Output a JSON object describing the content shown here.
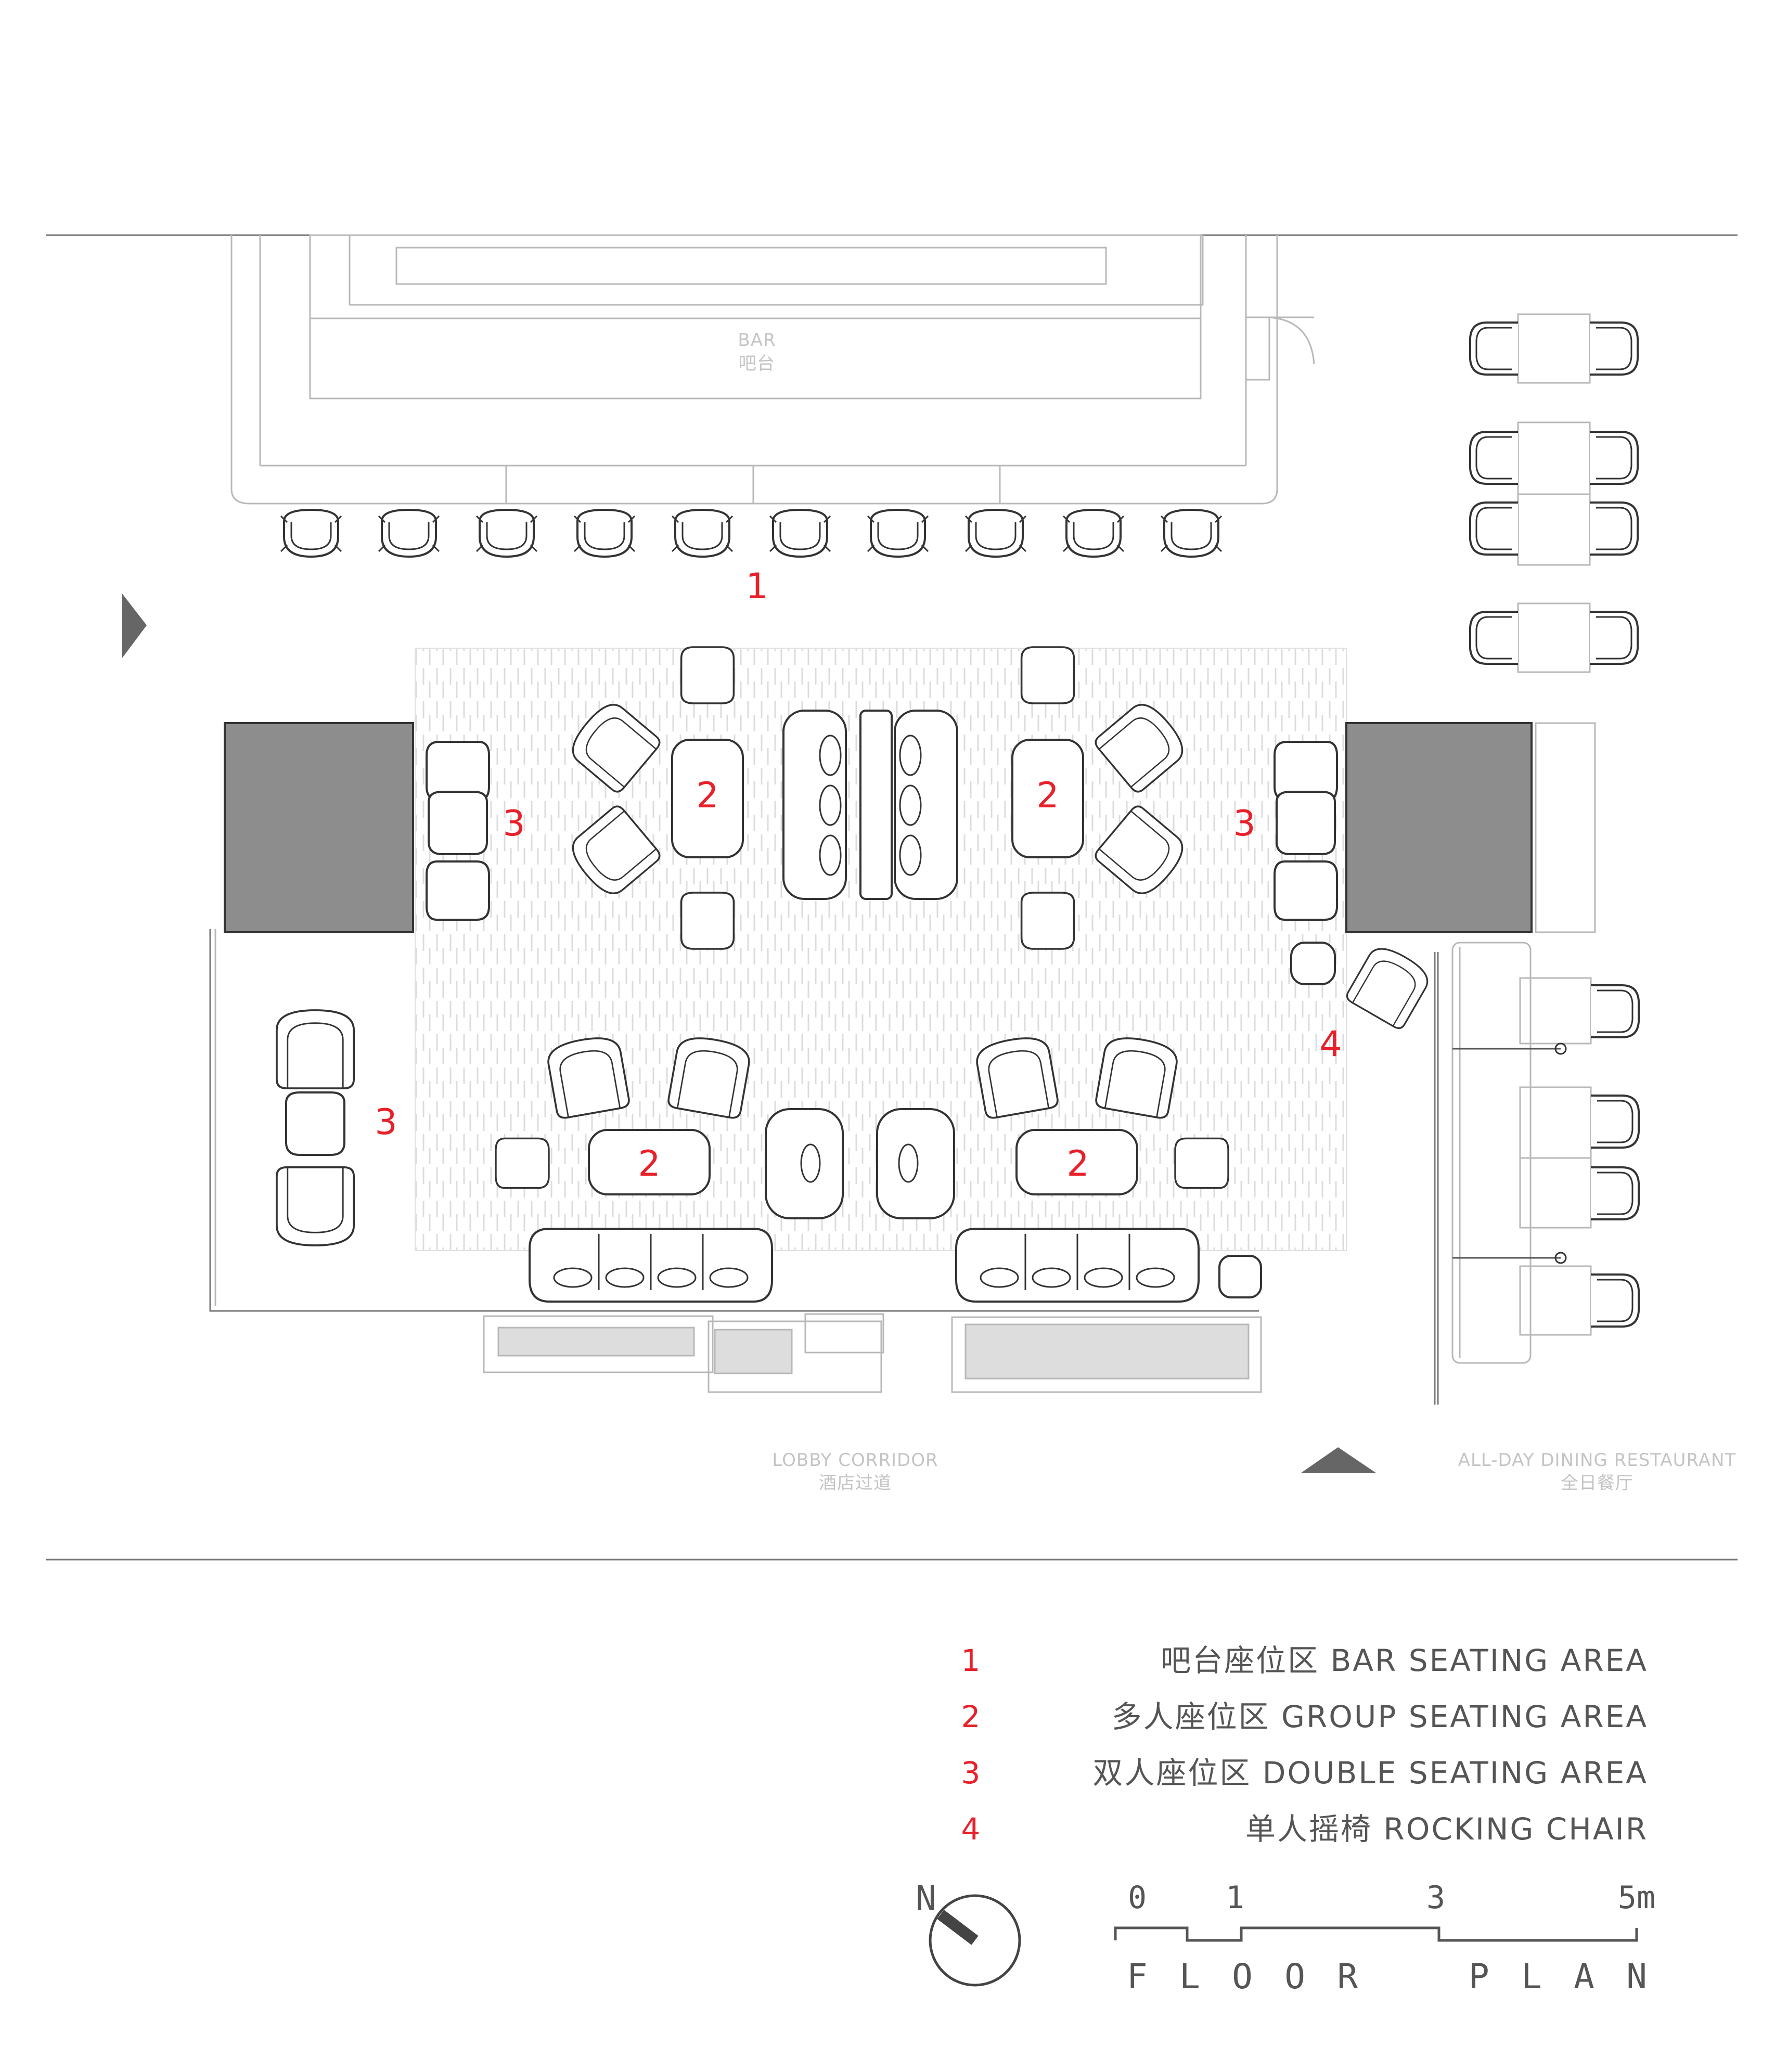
{
  "labels": {
    "bar_en": "BAR",
    "bar_cn": "吧台",
    "corridor_en": "LOBBY  CORRIDOR",
    "corridor_cn": "酒店过道",
    "dining_en": "ALL-DAY DINING RESTAURANT",
    "dining_cn": "全日餐厅"
  },
  "zone_numbers": {
    "bar": "1",
    "group_a": "2",
    "group_b": "2",
    "group_c": "2",
    "group_d": "2",
    "double_a": "3",
    "double_b": "3",
    "double_c": "3",
    "rocking": "4"
  },
  "legend": [
    {
      "num": "1",
      "text": "吧台座位区   BAR SEATING AREA"
    },
    {
      "num": "2",
      "text": "多人座位区   GROUP SEATING AREA"
    },
    {
      "num": "3",
      "text": "双人座位区   DOUBLE SEATING AREA"
    },
    {
      "num": "4",
      "text": "单人摇椅   ROCKING CHAIR"
    }
  ],
  "north": {
    "label": "N"
  },
  "scale": {
    "ticks": [
      "0",
      "1",
      "3",
      "5m"
    ]
  },
  "title": "F L O O R    P L A N",
  "colors": {
    "accent_red": "#e8202a",
    "block_gray": "#8d8d8d",
    "line": "#b8b8b8",
    "furniture": "#333333"
  }
}
